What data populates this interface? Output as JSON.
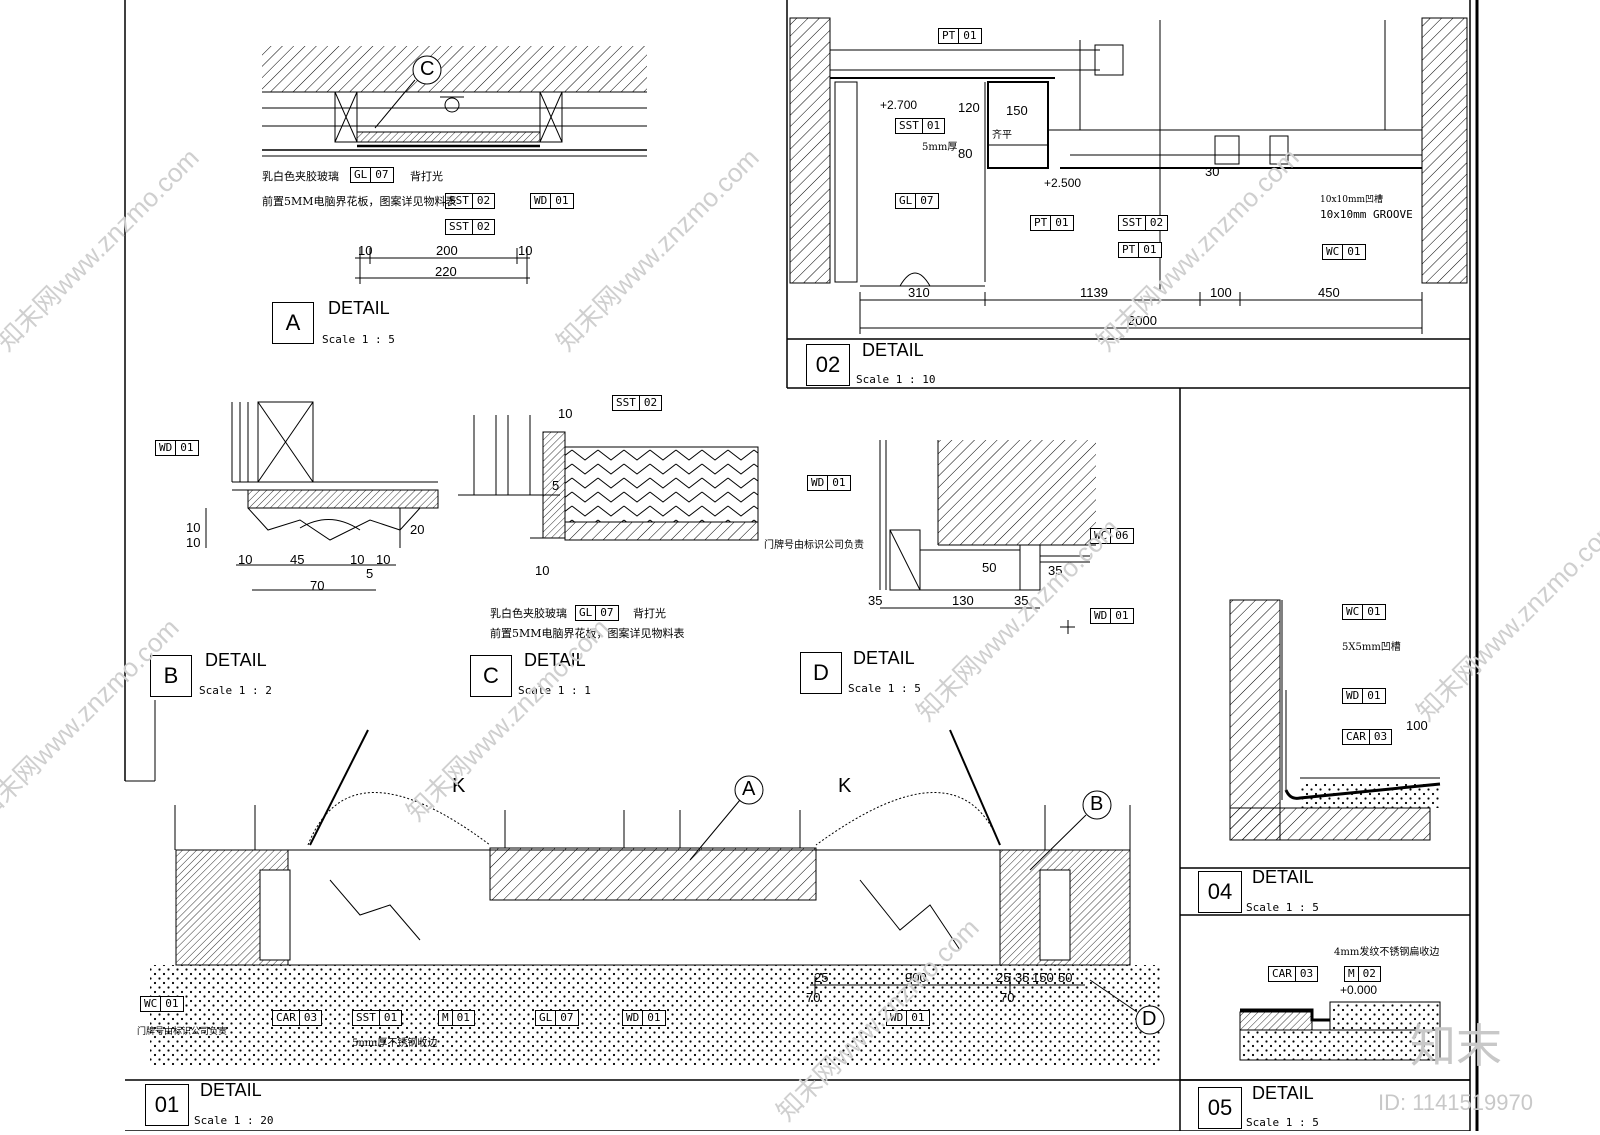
{
  "watermark": {
    "text": "知末网www.znzmo.com",
    "logo": "知末",
    "id": "ID: 1141519970"
  },
  "details": {
    "A": {
      "box": "A",
      "title": "DETAIL",
      "scale": "Scale 1 : 5"
    },
    "B": {
      "box": "B",
      "title": "DETAIL",
      "scale": "Scale 1 : 2"
    },
    "C": {
      "box": "C",
      "title": "DETAIL",
      "scale": "Scale 1 : 1"
    },
    "D": {
      "box": "D",
      "title": "DETAIL",
      "scale": "Scale 1 : 5"
    },
    "d01": {
      "box": "01",
      "title": "DETAIL",
      "scale": "Scale 1 : 20"
    },
    "d02": {
      "box": "02",
      "title": "DETAIL",
      "scale": "Scale 1 : 10"
    },
    "d04": {
      "box": "04",
      "title": "DETAIL",
      "scale": "Scale 1 : 5"
    },
    "d05": {
      "box": "05",
      "title": "DETAIL",
      "scale": "Scale 1 : 5"
    }
  },
  "tags": {
    "gl07": [
      "GL",
      "07"
    ],
    "sst02": [
      "SST",
      "02"
    ],
    "wd01": [
      "WD",
      "01"
    ],
    "pt01": [
      "PT",
      "01"
    ],
    "sst01": [
      "SST",
      "01"
    ],
    "wc01": [
      "WC",
      "01"
    ],
    "wc06": [
      "WC",
      "06"
    ],
    "car03": [
      "CAR",
      "03"
    ],
    "m01": [
      "M",
      "01"
    ],
    "m02": [
      "M",
      "02"
    ],
    "gl07b": [
      "GL",
      "07"
    ]
  },
  "notes": {
    "a_glass": "乳白色夹胶玻璃",
    "a_glass_suffix": "背打光",
    "a_front": "前置5MM电脑界花板，图案详见物料表",
    "c_glass": "乳白色夹胶玻璃",
    "c_glass_suffix": "背打光",
    "c_front": "前置5MM电脑界花板，图案详见物料表",
    "d_sign": "门牌号由标识公司负责",
    "d02_5mm": "5mm厚",
    "d02_level": "齐平",
    "d02_groove_cn": "10x10mm凹槽",
    "d02_groove_en": "10x10mm GROOVE",
    "d02_elev1": "+2.700",
    "d02_elev2": "+2.500",
    "d04_groove": "5X5mm凹槽",
    "d05_note": "4mm发纹不锈钢扁收边",
    "d05_elev": "+0.000",
    "d01_sign": "门牌号由标识公司负责",
    "d01_sst": "5mm厚不锈钢收边",
    "k": "K"
  },
  "dims": {
    "a": [
      "10",
      "200",
      "10",
      "220"
    ],
    "b": [
      "10",
      "10",
      "20",
      "10",
      "45",
      "10",
      "10",
      "70",
      "5"
    ],
    "c": [
      "10",
      "5",
      "10"
    ],
    "d": [
      "35",
      "130",
      "35",
      "50",
      "35"
    ],
    "d02": [
      "310",
      "1139",
      "100",
      "450",
      "2000",
      "150",
      "120",
      "80",
      "30"
    ],
    "d04": [
      "100"
    ],
    "d01": [
      "25",
      "900",
      "25",
      "35",
      "150",
      "50",
      "70",
      "70"
    ]
  },
  "callouts": {
    "A": "A",
    "B": "B",
    "C": "C",
    "D": "D"
  }
}
